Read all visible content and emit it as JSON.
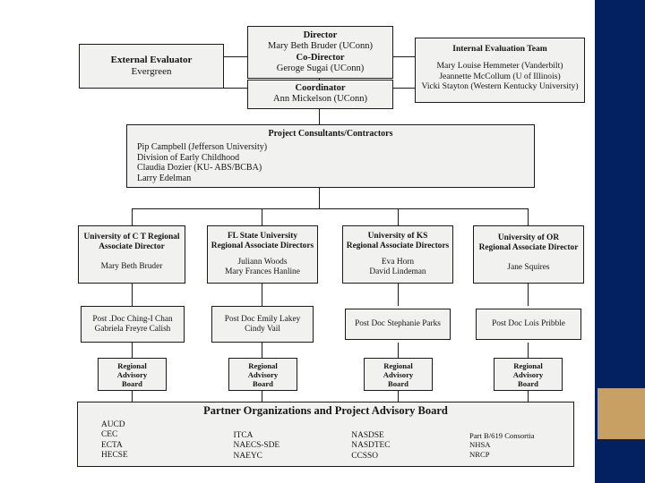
{
  "slide": {
    "accent_navy": "#032060",
    "accent_gold": "#c9a063",
    "box_fill": "#f1f1f0",
    "box_border": "#1a1a1a"
  },
  "chart_data": {
    "type": "diagram",
    "title": "Project Organizational Chart",
    "nodes": [
      {
        "id": "external-evaluator",
        "title": "External Evaluator",
        "names": [
          "Evergreen"
        ]
      },
      {
        "id": "director",
        "title": "Director",
        "names": [
          "Mary Beth Bruder (UConn)"
        ],
        "title2": "Co-Director",
        "names2": [
          "Geroge  Sugai (UConn)"
        ]
      },
      {
        "id": "internal-evaluation-team",
        "title": "Internal Evaluation Team",
        "names": [
          "Mary Louise Hemmeter  (Vanderbilt)",
          "Jeannette McCollum (U of Illinois)",
          "Vicki Stayton (Western Kentucky University)"
        ]
      },
      {
        "id": "coordinator",
        "title": "Coordinator",
        "names": [
          "Ann Mickelson (UConn)"
        ]
      },
      {
        "id": "project-consultants",
        "title": "Project Consultants/Contractors",
        "names": [
          "Pip Campbell (Jefferson University)",
          "Division of Early Childhood",
          "Claudia Dozier (KU- ABS/BCBA)",
          "Larry Edelman"
        ]
      },
      {
        "id": "ct-regional",
        "title": "University of C T Regional Associate Director",
        "names": [
          "Mary Beth Bruder"
        ]
      },
      {
        "id": "fl-regional",
        "title": "FL State University Regional Associate Directors",
        "names": [
          "Juliann Woods",
          "Mary Frances  Hanline"
        ]
      },
      {
        "id": "ks-regional",
        "title": "University of KS Regional Associate Directors",
        "names": [
          "Eva Horn",
          "David Lindeman"
        ]
      },
      {
        "id": "or-regional",
        "title": "University of OR Regional Associate Director",
        "names": [
          "Jane Squires"
        ]
      },
      {
        "id": "postdoc-ct",
        "names": [
          "Post .Doc  Ching-I Chan",
          "Gabriela  Freyre Calish"
        ]
      },
      {
        "id": "postdoc-fl",
        "names": [
          "Post Doc Emily Lakey",
          "Cindy Vail"
        ]
      },
      {
        "id": "postdoc-ks",
        "names": [
          "Post Doc  Stephanie  Parks"
        ]
      },
      {
        "id": "postdoc-or",
        "names": [
          "Post Doc  Lois Pribble"
        ]
      },
      {
        "id": "rab-ct",
        "names": [
          "Regional",
          "Advisory",
          "Board"
        ]
      },
      {
        "id": "rab-fl",
        "names": [
          "Regional",
          "Advisory",
          "Board"
        ]
      },
      {
        "id": "rab-ks",
        "names": [
          "Regional",
          "Advisory",
          "Board"
        ]
      },
      {
        "id": "rab-or",
        "names": [
          "Regional",
          "Advisory",
          "Board"
        ]
      },
      {
        "id": "partner-organizations",
        "title": "Partner Organizations and Project Advisory Board",
        "columns": [
          [
            "AUCD",
            "CEC",
            "ECTA",
            "HECSE"
          ],
          [
            "ITCA",
            "NAECS-SDE",
            "NAEYC"
          ],
          [
            "NASDSE",
            "NASDTEC",
            "CCSSO"
          ],
          [
            "Part B/619 Consortia",
            "NHSA",
            "NRCP"
          ]
        ]
      }
    ]
  },
  "external_evaluator": {
    "title": "External Evaluator",
    "name1": "Evergreen"
  },
  "director": {
    "title": "Director",
    "name1": "Mary Beth Bruder (UConn)",
    "title2": "Co-Director",
    "name2": "Geroge  Sugai (UConn)"
  },
  "internal_evaluation": {
    "title": "Internal Evaluation Team",
    "name1": "Mary Louise Hemmeter  (Vanderbilt)",
    "name2": "Jeannette McCollum (U of Illinois)",
    "name3": "Vicki Stayton (Western Kentucky University)"
  },
  "coordinator": {
    "title": "Coordinator",
    "name1": "Ann Mickelson (UConn)"
  },
  "consultants": {
    "title": "Project Consultants/Contractors",
    "item1": "Pip Campbell (Jefferson University)",
    "item2": "Division of Early Childhood",
    "item3": "Claudia Dozier (KU- ABS/BCBA)",
    "item4": "Larry Edelman"
  },
  "regions": {
    "ct": {
      "title_line1": "University of C T Regional",
      "title_line2": "Associate Director",
      "name1": "Mary Beth Bruder",
      "postdoc_line1": "Post .Doc  Ching-I Chan",
      "postdoc_line2": "Gabriela  Freyre Calish"
    },
    "fl": {
      "title_line1": "FL State University",
      "title_line2": "Regional Associate Directors",
      "name1": "Juliann Woods",
      "name2": "Mary Frances  Hanline",
      "postdoc_line1": "Post Doc Emily Lakey",
      "postdoc_line2": "Cindy Vail"
    },
    "ks": {
      "title_line1": "University of KS",
      "title_line2": "Regional Associate Directors",
      "name1": "Eva Horn",
      "name2": "David Lindeman",
      "postdoc_line1": "Post Doc  Stephanie  Parks"
    },
    "or": {
      "title_line1": "University of OR",
      "title_line2": "Regional Associate Director",
      "name1": "Jane Squires",
      "postdoc_line1": "Post Doc  Lois Pribble"
    }
  },
  "advisory_board": {
    "line1": "Regional",
    "line2": "Advisory",
    "line3": "Board"
  },
  "partners": {
    "title": "Partner Organizations and Project Advisory Board",
    "col1": {
      "i1": "AUCD",
      "i2": "CEC",
      "i3": "ECTA",
      "i4": "HECSE"
    },
    "col2": {
      "i1": "ITCA",
      "i2": "NAECS-SDE",
      "i3": "NAEYC"
    },
    "col3": {
      "i1": "NASDSE",
      "i2": "NASDTEC",
      "i3": "CCSSO"
    },
    "col4": {
      "i1": "Part B/619 Consortia",
      "i2": "NHSA",
      "i3": "NRCP"
    }
  }
}
